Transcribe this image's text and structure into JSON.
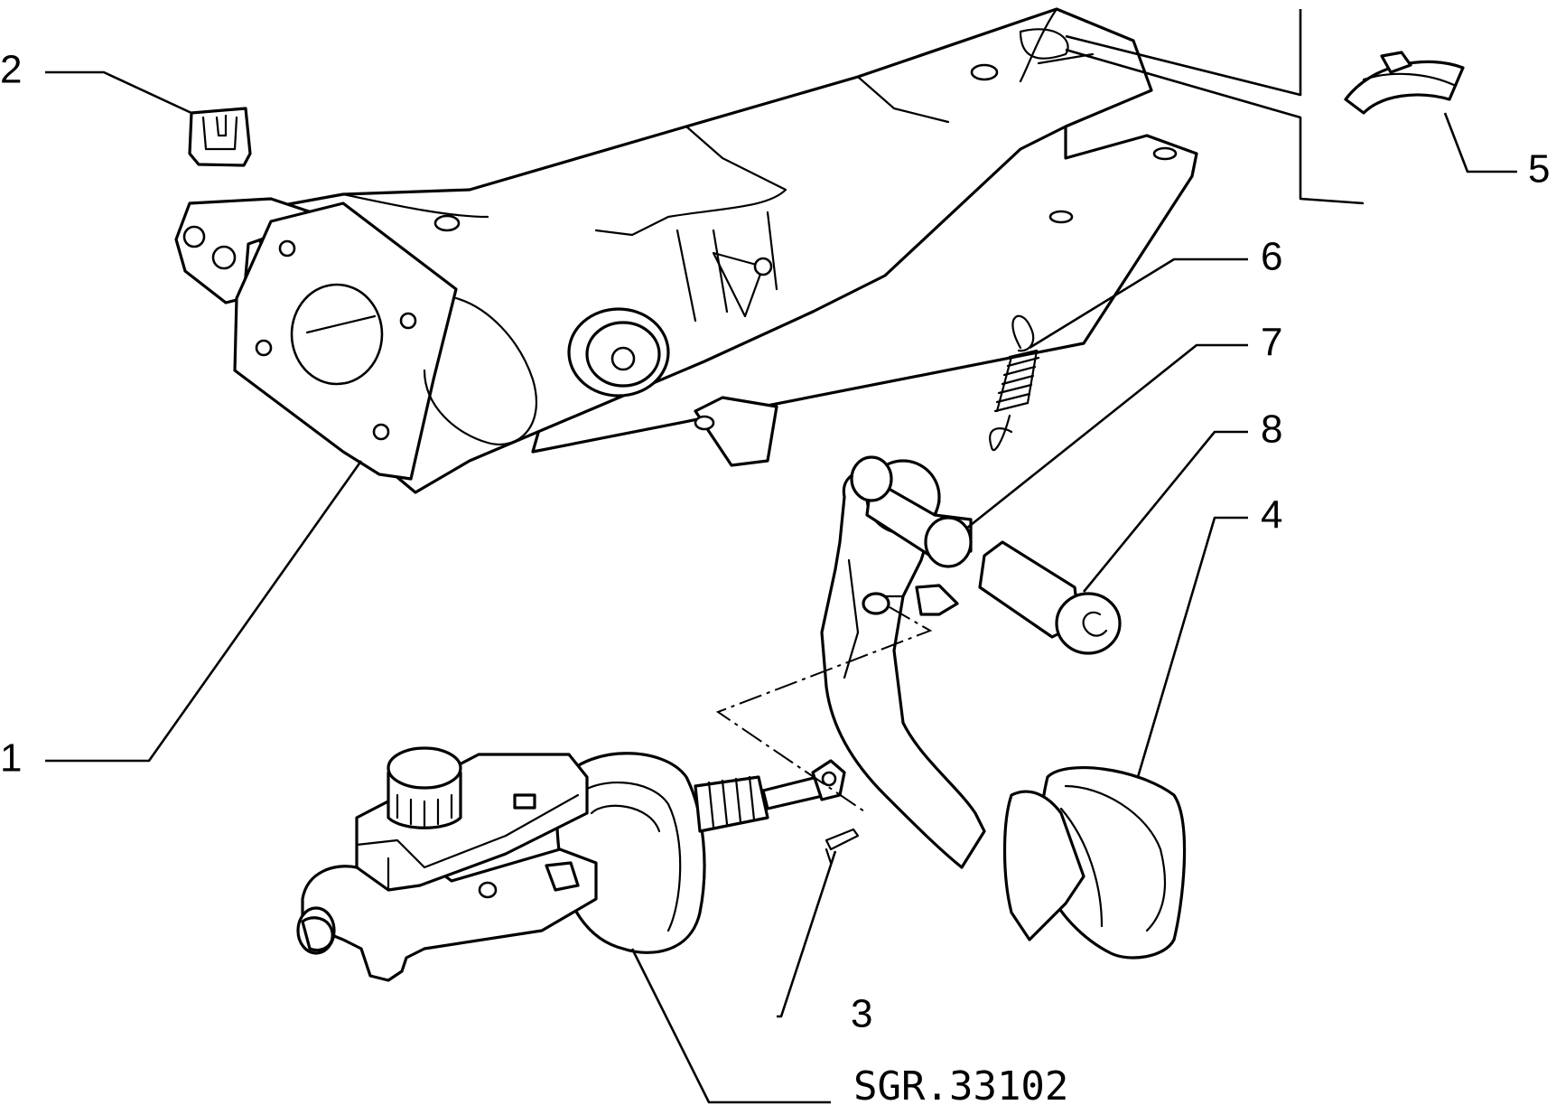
{
  "drawing": {
    "reference_code": "SGR.33102",
    "line_color": "#000000",
    "background_color": "#ffffff"
  },
  "callouts": [
    {
      "id": "1",
      "label": "1"
    },
    {
      "id": "2",
      "label": "2"
    },
    {
      "id": "3",
      "label": "3"
    },
    {
      "id": "4",
      "label": "4"
    },
    {
      "id": "5",
      "label": "5"
    },
    {
      "id": "6",
      "label": "6"
    },
    {
      "id": "7",
      "label": "7"
    },
    {
      "id": "8",
      "label": "8"
    }
  ]
}
